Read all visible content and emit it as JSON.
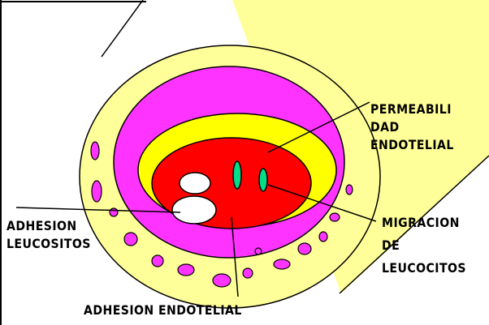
{
  "labels": {
    "permeabilidad": [
      "PERMEABILI",
      "DAD",
      "ENDOTELIAL"
    ],
    "migracion": [
      "MIGRACION",
      "DE",
      "LEUCOCITOS"
    ],
    "adhesion_leucositos": [
      "ADHESION",
      "LEUCOSITOS"
    ],
    "adhesion_endotelial": "ADHESION ENDOTELIAL"
  },
  "colors": {
    "outer_wall": "#ffff99",
    "muscle_layer": "#ff33ff",
    "intima": "#ffff00",
    "lumen": "#ff0000",
    "leukocyte": "#ffffff",
    "migrating_cell": "#00dd88",
    "wall_cell": "#ff33ff",
    "outline": "#000000"
  }
}
